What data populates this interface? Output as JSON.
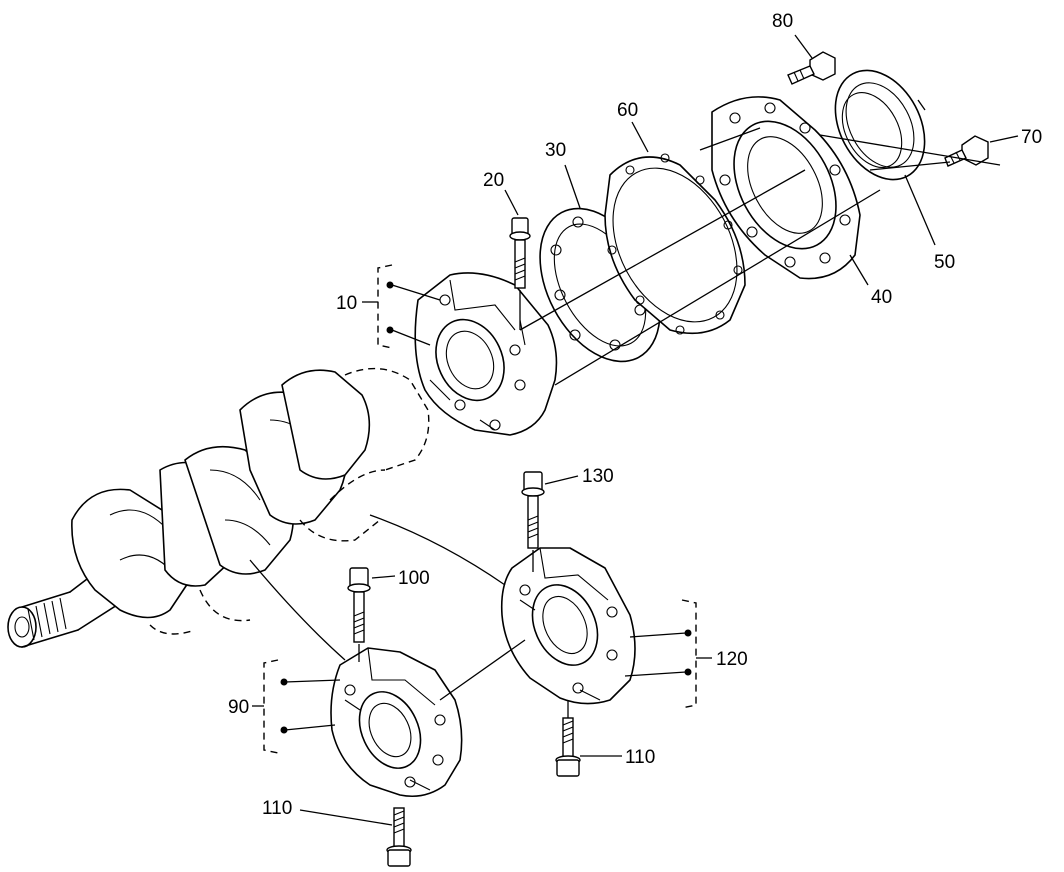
{
  "diagram": {
    "callouts": {
      "c10": "10",
      "c20": "20",
      "c30": "30",
      "c40": "40",
      "c50": "50",
      "c60": "60",
      "c70": "70",
      "c80": "80",
      "c90": "90",
      "c100": "100",
      "c110a": "110",
      "c110b": "110",
      "c120": "120",
      "c130": "130"
    }
  }
}
